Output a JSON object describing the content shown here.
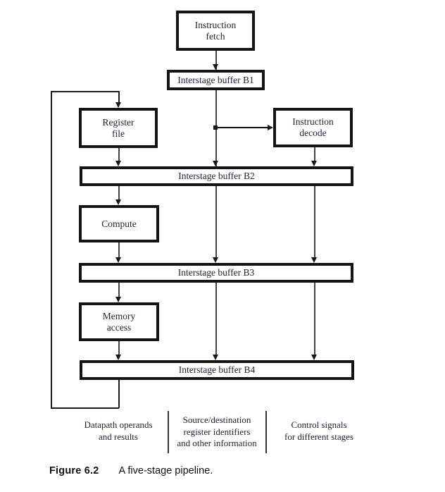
{
  "figure": {
    "stages": {
      "instruction_fetch": "Instruction\nfetch",
      "register_file": "Register\nfile",
      "instruction_decode": "Instruction\ndecode",
      "compute": "Compute",
      "memory_access": "Memory\naccess"
    },
    "buffers": {
      "b1": "Interstage buffer B1",
      "b2": "Interstage buffer B2",
      "b3": "Interstage buffer B3",
      "b4": "Interstage buffer B4"
    },
    "legend": {
      "datapath": "Datapath operands\nand results",
      "identifiers": "Source/destination\nregister identifiers\nand other information",
      "control": "Control signals\nfor different stages"
    },
    "caption": {
      "label": "Figure 6.2",
      "text": "A five-stage pipeline."
    },
    "colors": {
      "background": "#ffffff",
      "box_border": "#141414",
      "line": "#444444",
      "arrow": "#161616",
      "text": "#23233a"
    }
  }
}
